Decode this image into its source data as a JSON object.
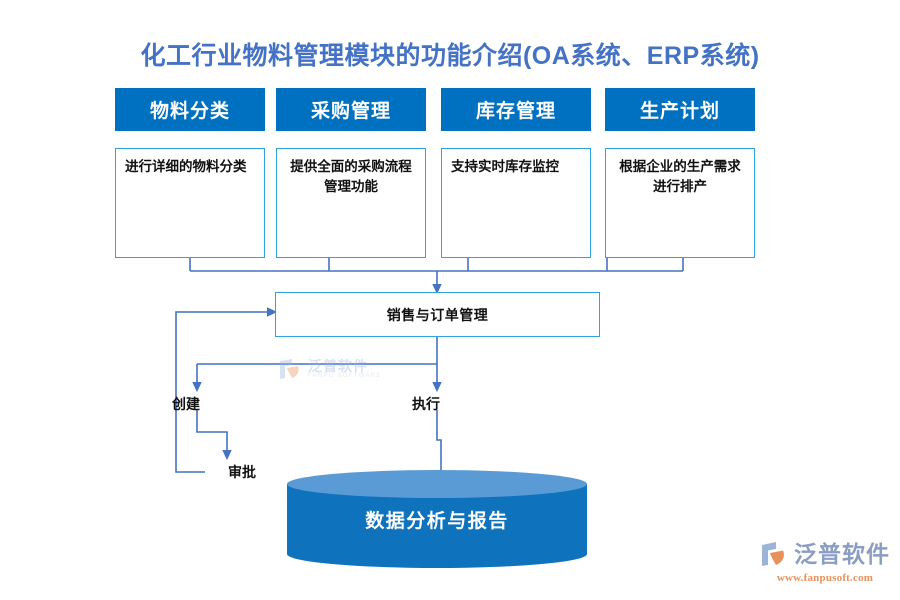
{
  "title": "化工行业物料管理模块的功能介绍(OA系统、ERP系统)",
  "colors": {
    "title": "#4472C4",
    "header_fill": "#0070C0",
    "card_border": "#2FA2E0",
    "connector": "#4472C4",
    "cylinder_body": "#0F72BC",
    "cylinder_top": "#5B9BD5",
    "background": "#FFFFFF"
  },
  "columns": [
    {
      "header": "物料分类",
      "body": "进行详细的物料分类"
    },
    {
      "header": "采购管理",
      "body": "提供全面的采购流程管理功能"
    },
    {
      "header": "库存管理",
      "body": "支持实时库存监控"
    },
    {
      "header": "生产计划",
      "body": "根据企业的生产需求进行排产"
    }
  ],
  "hub": {
    "label": "销售与订单管理"
  },
  "steps": [
    {
      "label": "创建"
    },
    {
      "label": "审批"
    },
    {
      "label": "执行"
    }
  ],
  "datastore": {
    "label": "数据分析与报告"
  },
  "watermark": {
    "name": "泛普软件",
    "sub": "FANPU SOFTWARE"
  },
  "brand": {
    "name": "泛普软件",
    "url": "www.fanpusoft.com"
  }
}
